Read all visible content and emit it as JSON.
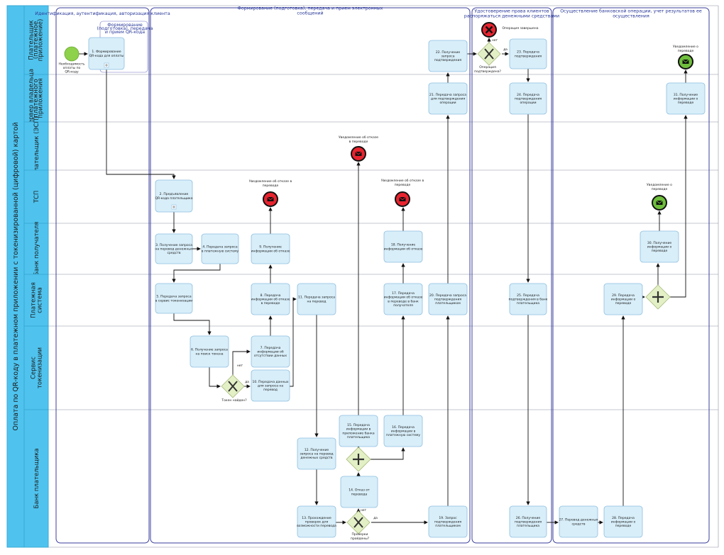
{
  "pool": {
    "title": "Оплата по QR-коду в платежном приложении с токенизированной (цифровой) картой"
  },
  "lanes": [
    "Плательщик (платежное приложение)",
    "Сервер владельца платежного приложения",
    "Плательщик (ЭСП)",
    "ТСП",
    "Банк получателя",
    "Платежная система",
    "Сервис токенизации",
    "Банк плательщика"
  ],
  "phases": [
    "Идентификация, аутентификация, авторизация клиента",
    "Формирование (подготовка), передача и прием электронных сообщений",
    "Удостоверение права клиентов распоряжаться денежными средствами",
    "Осуществление банковской операции, учет результатов ее осуществления"
  ],
  "subprocess_label": "Формирование (подготовка), передача и прием QR-кода",
  "tasks": {
    "t1": "1. Формирование QR-кода для оплаты",
    "t2": "2. Предъявление QR-кода плательщика",
    "t3": "3. Получение запроса на перевод денежных средств",
    "t4": "4. Передача запроса в платежную систему",
    "t5": "5. Передача запроса в сервис токенизации",
    "t6": "6. Получение запроса на поиск токена",
    "t7": "7. Передача информации об отсутствии данных",
    "t8": "8. Передача информации об отказе в переводе",
    "t9": "9. Получение информации об отказе",
    "t10": "10. Передача данных для запроса на перевод",
    "t11": "11. Передача запроса на перевод",
    "t12": "12. Получение запроса на перевод денежных средств",
    "t13": "13. Прохождение проверок для возможности перевода",
    "t14": "14. Отказ от перевода",
    "t15": "15. Передача информации в приложение банка плательщика",
    "t16": "16. Передача информации в платежную систему",
    "t17": "17. Передача информации об отказе в переводе в банк получателя",
    "t18": "18. Получение информации об отказе",
    "t19": "19. Запрос подтверждения плательщиком",
    "t20": "20. Передача запроса подтверждения плательщиком",
    "t21": "21. Передача запроса для подтверждения операции",
    "t22": "22. Получение запроса подтверждения",
    "t23": "23. Передача подтверждения",
    "t24": "24. Передача подтверждения операции",
    "t25": "25. Передача подтверждения в банк плательщика",
    "t26": "26. Получение подтверждения плательщика",
    "t27": "27. Перевод денежных средств",
    "t28": "28. Передача информации о переводе",
    "t29": "29. Передача информации о переводе",
    "t30": "30. Получение информации о переводе",
    "t31": "31. Получение информации о переводе"
  },
  "events": {
    "start": "Необходимость оплаты по QR-коду",
    "op_done": "Операция завершена",
    "refuse_payer": "Уведомление об отказе в переводе",
    "refuse_tsp_1": "Уведомление об отказе в переводе",
    "refuse_tsp_2": "Уведомление об отказе в переводе",
    "notify_tsp": "Уведомление о переводе",
    "notify_app": "Уведомление о переводе"
  },
  "gateways": {
    "token": "Токен найден?",
    "checks": "Проверки пройдены?",
    "confirmed": "Операция подтверждена?"
  },
  "flow_labels": {
    "yes": "да",
    "no": "нет"
  },
  "colors": {
    "pool_header": "#4fc3ee",
    "lane_header": "#4fc3ee",
    "lane_border": "#8a8fa0",
    "phase_border": "#3b3f9e",
    "task_fill": "#d8eef9",
    "task_stroke": "#8fbfe0",
    "gateway_fill": "#e3f0c6",
    "start_fill": "#8ed14a",
    "end_fill": "#e8242f",
    "message_end_fill": "#6fbf3d"
  }
}
